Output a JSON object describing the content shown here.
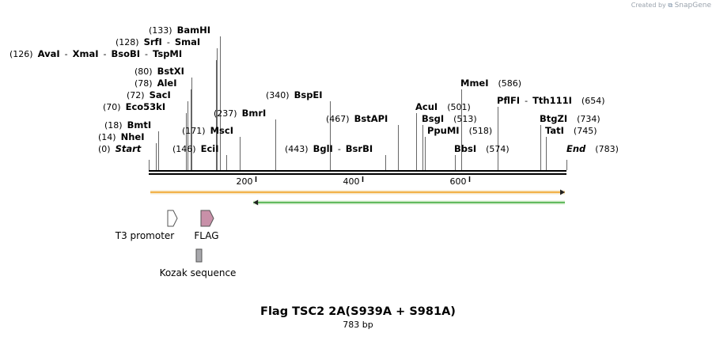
{
  "credit": {
    "prefix": "Created by",
    "brand": "SnapGene"
  },
  "map": {
    "title": "Flag TSC2 2A(S939A + S981A)",
    "length_label": "783 bp",
    "length": 783,
    "ticks": [
      200,
      400,
      600
    ],
    "sites": [
      {
        "pos": 0,
        "pos_label": "(0)",
        "names": [
          "Start"
        ],
        "italic": true,
        "side": "left"
      },
      {
        "pos": 14,
        "pos_label": "(14)",
        "names": [
          "NheI"
        ],
        "side": "left"
      },
      {
        "pos": 18,
        "pos_label": "(18)",
        "names": [
          "BmtI"
        ],
        "side": "left"
      },
      {
        "pos": 70,
        "pos_label": "(70)",
        "names": [
          "Eco53kI"
        ],
        "side": "left"
      },
      {
        "pos": 72,
        "pos_label": "(72)",
        "names": [
          "SacI"
        ],
        "side": "left"
      },
      {
        "pos": 78,
        "pos_label": "(78)",
        "names": [
          "AleI"
        ],
        "side": "left"
      },
      {
        "pos": 80,
        "pos_label": "(80)",
        "names": [
          "BstXI"
        ],
        "side": "left"
      },
      {
        "pos": 126,
        "pos_label": "(126)",
        "names": [
          "AvaI",
          "XmaI",
          "BsoBI",
          "TspMI"
        ],
        "side": "left"
      },
      {
        "pos": 128,
        "pos_label": "(128)",
        "names": [
          "SrfI",
          "SmaI"
        ],
        "side": "left"
      },
      {
        "pos": 133,
        "pos_label": "(133)",
        "names": [
          "BamHI"
        ],
        "side": "left"
      },
      {
        "pos": 146,
        "pos_label": "(146)",
        "names": [
          "EciI"
        ],
        "side": "left"
      },
      {
        "pos": 171,
        "pos_label": "(171)",
        "names": [
          "MscI"
        ],
        "side": "left"
      },
      {
        "pos": 237,
        "pos_label": "(237)",
        "names": [
          "BmrI"
        ],
        "side": "left"
      },
      {
        "pos": 340,
        "pos_label": "(340)",
        "names": [
          "BspEI"
        ],
        "side": "left"
      },
      {
        "pos": 443,
        "pos_label": "(443)",
        "names": [
          "BglI",
          "BsrBI"
        ],
        "side": "left"
      },
      {
        "pos": 467,
        "pos_label": "(467)",
        "names": [
          "BstAPI"
        ],
        "side": "left"
      },
      {
        "pos": 501,
        "pos_label": "(501)",
        "names": [
          "AcuI"
        ],
        "side": "right"
      },
      {
        "pos": 513,
        "pos_label": "(513)",
        "names": [
          "BsgI"
        ],
        "side": "right"
      },
      {
        "pos": 518,
        "pos_label": "(518)",
        "names": [
          "PpuMI"
        ],
        "side": "right"
      },
      {
        "pos": 574,
        "pos_label": "(574)",
        "names": [
          "BbsI"
        ],
        "side": "right"
      },
      {
        "pos": 586,
        "pos_label": "(586)",
        "names": [
          "MmeI"
        ],
        "side": "right"
      },
      {
        "pos": 654,
        "pos_label": "(654)",
        "names": [
          "PflFI",
          "Tth111I"
        ],
        "side": "right"
      },
      {
        "pos": 734,
        "pos_label": "(734)",
        "names": [
          "BtgZI"
        ],
        "side": "right"
      },
      {
        "pos": 745,
        "pos_label": "(745)",
        "names": [
          "TatI"
        ],
        "side": "right"
      },
      {
        "pos": 783,
        "pos_label": "(783)",
        "names": [
          "End"
        ],
        "italic": true,
        "side": "right"
      }
    ],
    "bars": [
      {
        "start": 0,
        "end": 783,
        "direction": "forward",
        "color": "#f0a020",
        "fill": "#f6e7c8"
      },
      {
        "start": 193,
        "end": 783,
        "direction": "reverse",
        "color": "#3aa83a",
        "fill": "#d8efd0"
      }
    ],
    "features": [
      {
        "label": "T3 promoter",
        "pos": 43,
        "shape": "arrow",
        "fill": "#ffffff",
        "stroke": "#555555"
      },
      {
        "label": "FLAG",
        "pos": 108,
        "shape": "arrow",
        "fill": "#c890a8",
        "stroke": "#555555"
      },
      {
        "label": "Kozak sequence",
        "pos": 93,
        "shape": "box",
        "fill": "#a8a8ac",
        "stroke": "#555555"
      }
    ]
  }
}
